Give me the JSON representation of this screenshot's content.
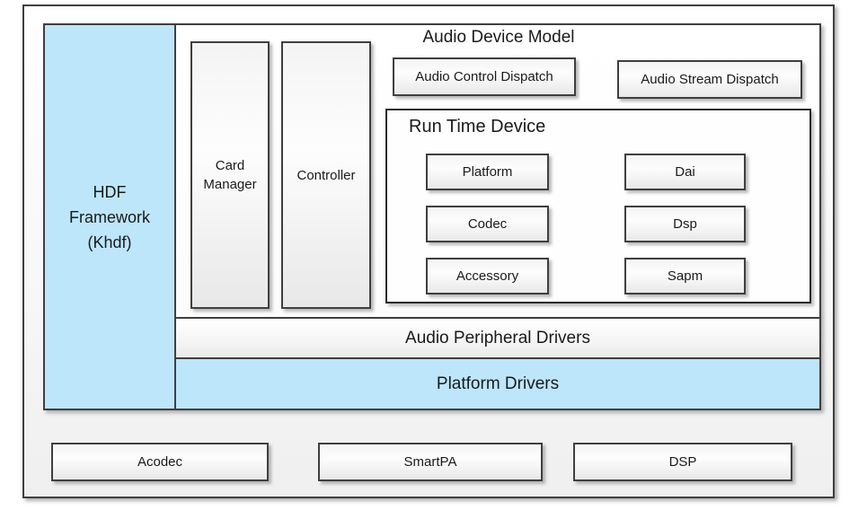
{
  "diagram": {
    "hdf_framework": {
      "lines": [
        "HDF",
        "Framework",
        "(Khdf)"
      ]
    },
    "audio_device_model": {
      "title": "Audio Device Model",
      "card_manager_lines": [
        "Card",
        "Manager"
      ],
      "controller_label": "Controller",
      "audio_control_dispatch": "Audio Control Dispatch",
      "audio_stream_dispatch": "Audio Stream Dispatch",
      "run_time_device": {
        "title": "Run Time Device",
        "left_column": [
          "Platform",
          "Codec",
          "Accessory"
        ],
        "right_column": [
          "Dai",
          "Dsp",
          "Sapm"
        ]
      }
    },
    "audio_peripheral_drivers_label": "Audio Peripheral Drivers",
    "platform_drivers_label": "Platform Drivers",
    "bottom_row": [
      "Acodec",
      "SmartPA",
      "DSP"
    ],
    "colors": {
      "highlight_blue": "#BDE6FA",
      "border_dark": "#3F3F3F",
      "box_fill_light": "#F4F4F4"
    }
  }
}
